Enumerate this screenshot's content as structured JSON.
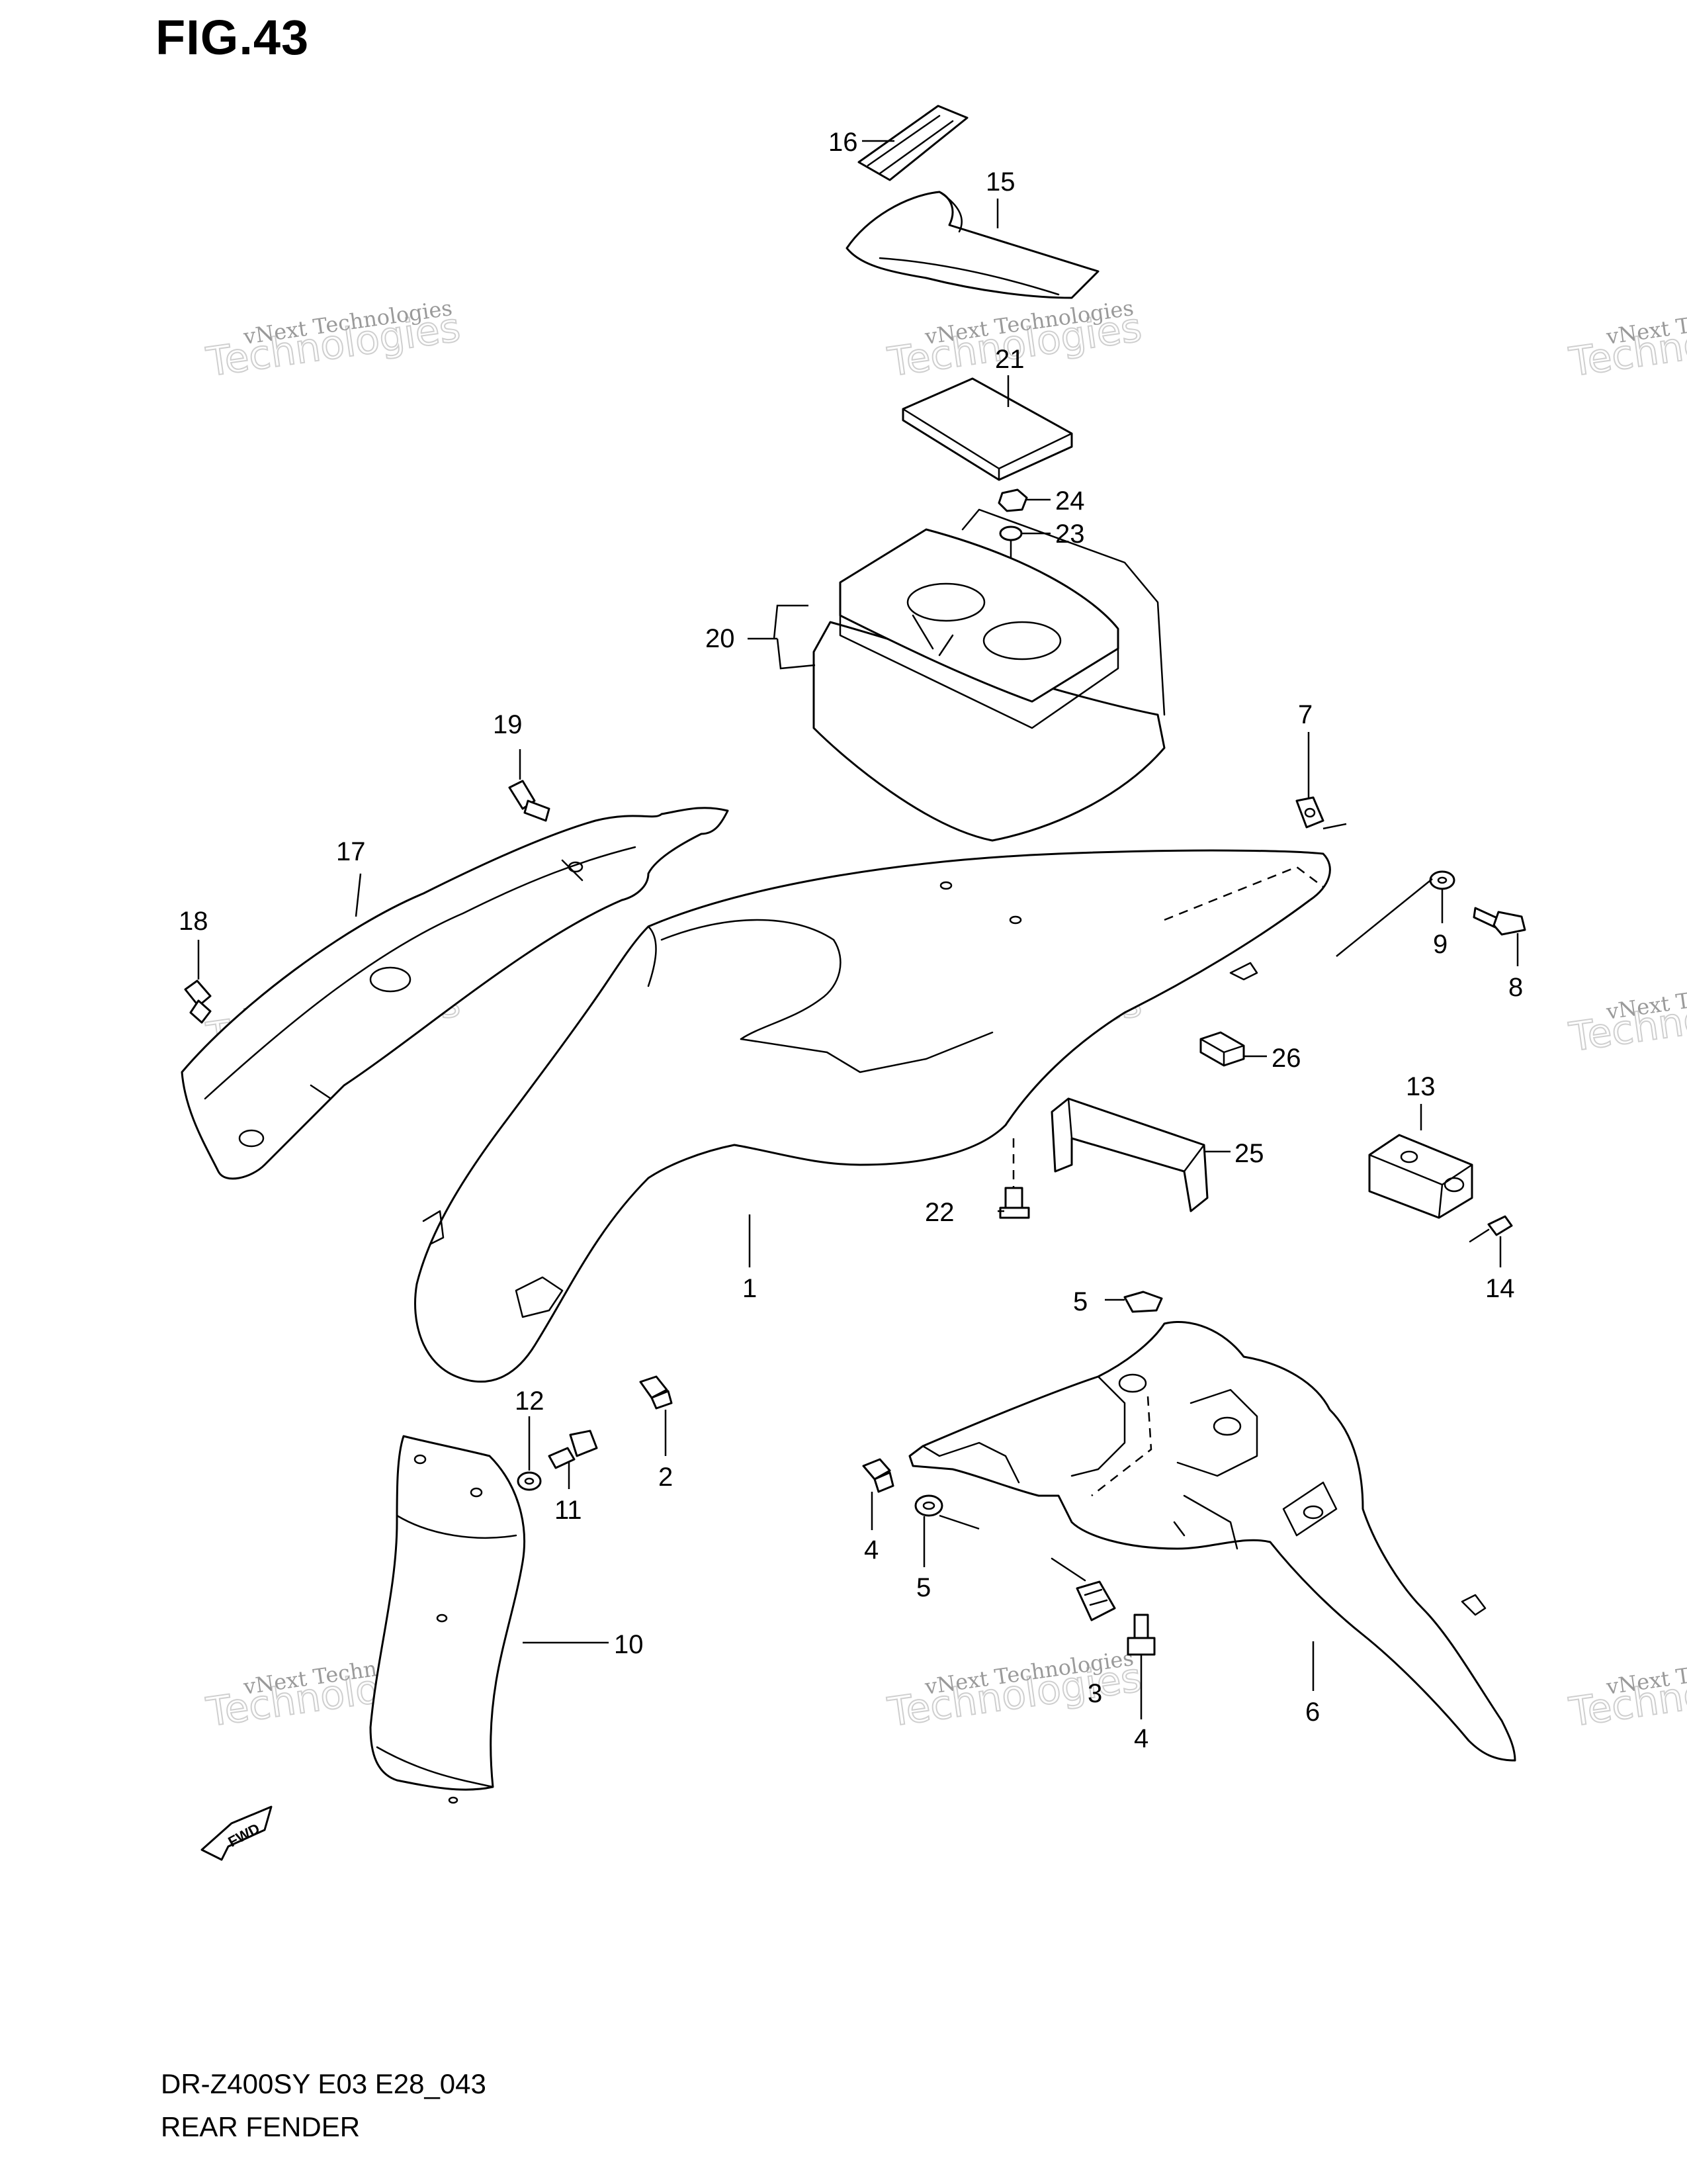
{
  "figure": {
    "title": "FIG.43",
    "model_code": "DR-Z400SY E03 E28_043",
    "section_name": "REAR FENDER"
  },
  "watermark": {
    "line1": "vNext Technologies",
    "line2": "Technologies"
  },
  "fwd_label": "FWD",
  "callouts": [
    {
      "id": "c1",
      "label": "1"
    },
    {
      "id": "c2",
      "label": "2"
    },
    {
      "id": "c3",
      "label": "3"
    },
    {
      "id": "c4a",
      "label": "4"
    },
    {
      "id": "c4b",
      "label": "4"
    },
    {
      "id": "c5a",
      "label": "5"
    },
    {
      "id": "c5b",
      "label": "5"
    },
    {
      "id": "c6",
      "label": "6"
    },
    {
      "id": "c7",
      "label": "7"
    },
    {
      "id": "c8",
      "label": "8"
    },
    {
      "id": "c9",
      "label": "9"
    },
    {
      "id": "c10",
      "label": "10"
    },
    {
      "id": "c11",
      "label": "11"
    },
    {
      "id": "c12",
      "label": "12"
    },
    {
      "id": "c13",
      "label": "13"
    },
    {
      "id": "c14",
      "label": "14"
    },
    {
      "id": "c15",
      "label": "15"
    },
    {
      "id": "c16",
      "label": "16"
    },
    {
      "id": "c17",
      "label": "17"
    },
    {
      "id": "c18",
      "label": "18"
    },
    {
      "id": "c19",
      "label": "19"
    },
    {
      "id": "c20",
      "label": "20"
    },
    {
      "id": "c21",
      "label": "21"
    },
    {
      "id": "c22",
      "label": "22"
    },
    {
      "id": "c23",
      "label": "23"
    },
    {
      "id": "c24",
      "label": "24"
    },
    {
      "id": "c25",
      "label": "25"
    },
    {
      "id": "c26",
      "label": "26"
    }
  ]
}
